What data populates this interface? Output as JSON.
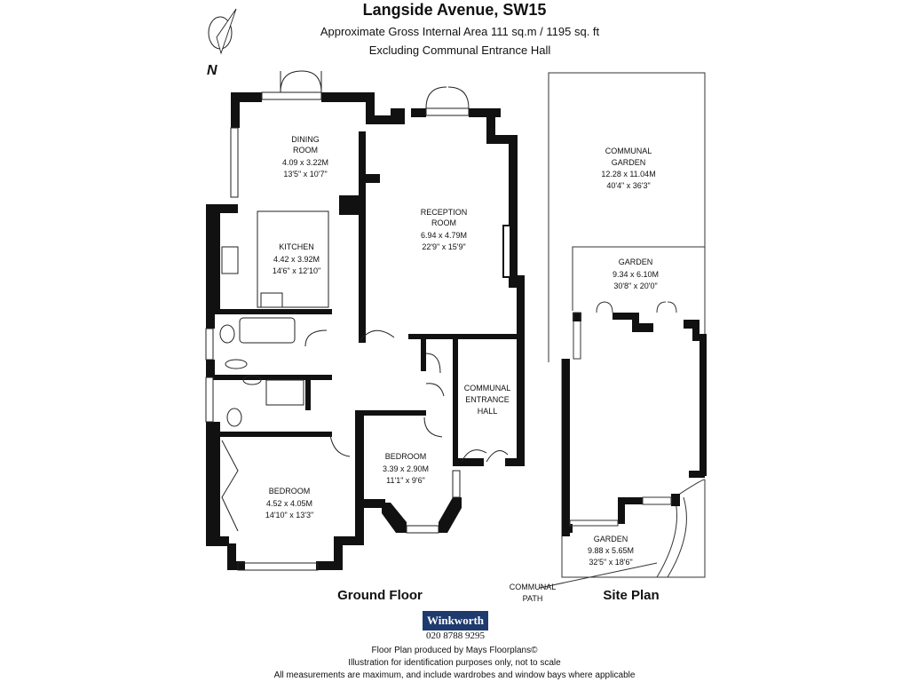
{
  "header": {
    "title": "Langside Avenue, SW15",
    "subtitle_area": "Approximate Gross Internal Area 111 sq.m  /  1195 sq. ft",
    "subtitle_excluding": "Excluding Communal Entrance Hall"
  },
  "compass": {
    "label": "N",
    "icon": "compass-north-arrow-icon"
  },
  "rooms": {
    "dining": {
      "name": "DINING",
      "name2": "ROOM",
      "metric": "4.09 x 3.22M",
      "imperial": "13'5\" x 10'7\""
    },
    "reception": {
      "name": "RECEPTION",
      "name2": "ROOM",
      "metric": "6.94 x 4.79M",
      "imperial": "22'9\" x 15'9\""
    },
    "kitchen": {
      "name": "KITCHEN",
      "metric": "4.42 x 3.92M",
      "imperial": "14'6\" x 12'10\""
    },
    "bedroom1": {
      "name": "BEDROOM",
      "metric": "4.52 x 4.05M",
      "imperial": "14'10\" x 13'3\""
    },
    "bedroom2": {
      "name": "BEDROOM",
      "metric": "3.39 x 2.90M",
      "imperial": "11'1\" x 9'6\""
    },
    "communal_hall": {
      "line1": "COMMUNAL",
      "line2": "ENTRANCE",
      "line3": "HALL"
    }
  },
  "site": {
    "communal_garden": {
      "line1": "COMMUNAL",
      "line2": "GARDEN",
      "metric": "12.28 x 11.04M",
      "imperial": "40'4\" x 36'3\""
    },
    "garden_top": {
      "name": "GARDEN",
      "metric": "9.34 x 6.10M",
      "imperial": "30'8\" x 20'0\""
    },
    "garden_bottom": {
      "name": "GARDEN",
      "metric": "9.88 x 5.65M",
      "imperial": "32'5\" x 18'6\""
    },
    "communal_path": {
      "line1": "COMMUNAL",
      "line2": "PATH"
    }
  },
  "floor_labels": {
    "ground": "Ground Floor",
    "site": "Site Plan"
  },
  "brand": {
    "name": "Winkworth",
    "phone": "020 8788 9295",
    "color": "#1f3b6d"
  },
  "footer": {
    "line1": "Floor Plan produced by Mays Floorplans©",
    "line2": "Illustration for identification purposes only, not to scale",
    "line3": "All measurements are maximum, and include wardrobes and window bays where applicable"
  }
}
